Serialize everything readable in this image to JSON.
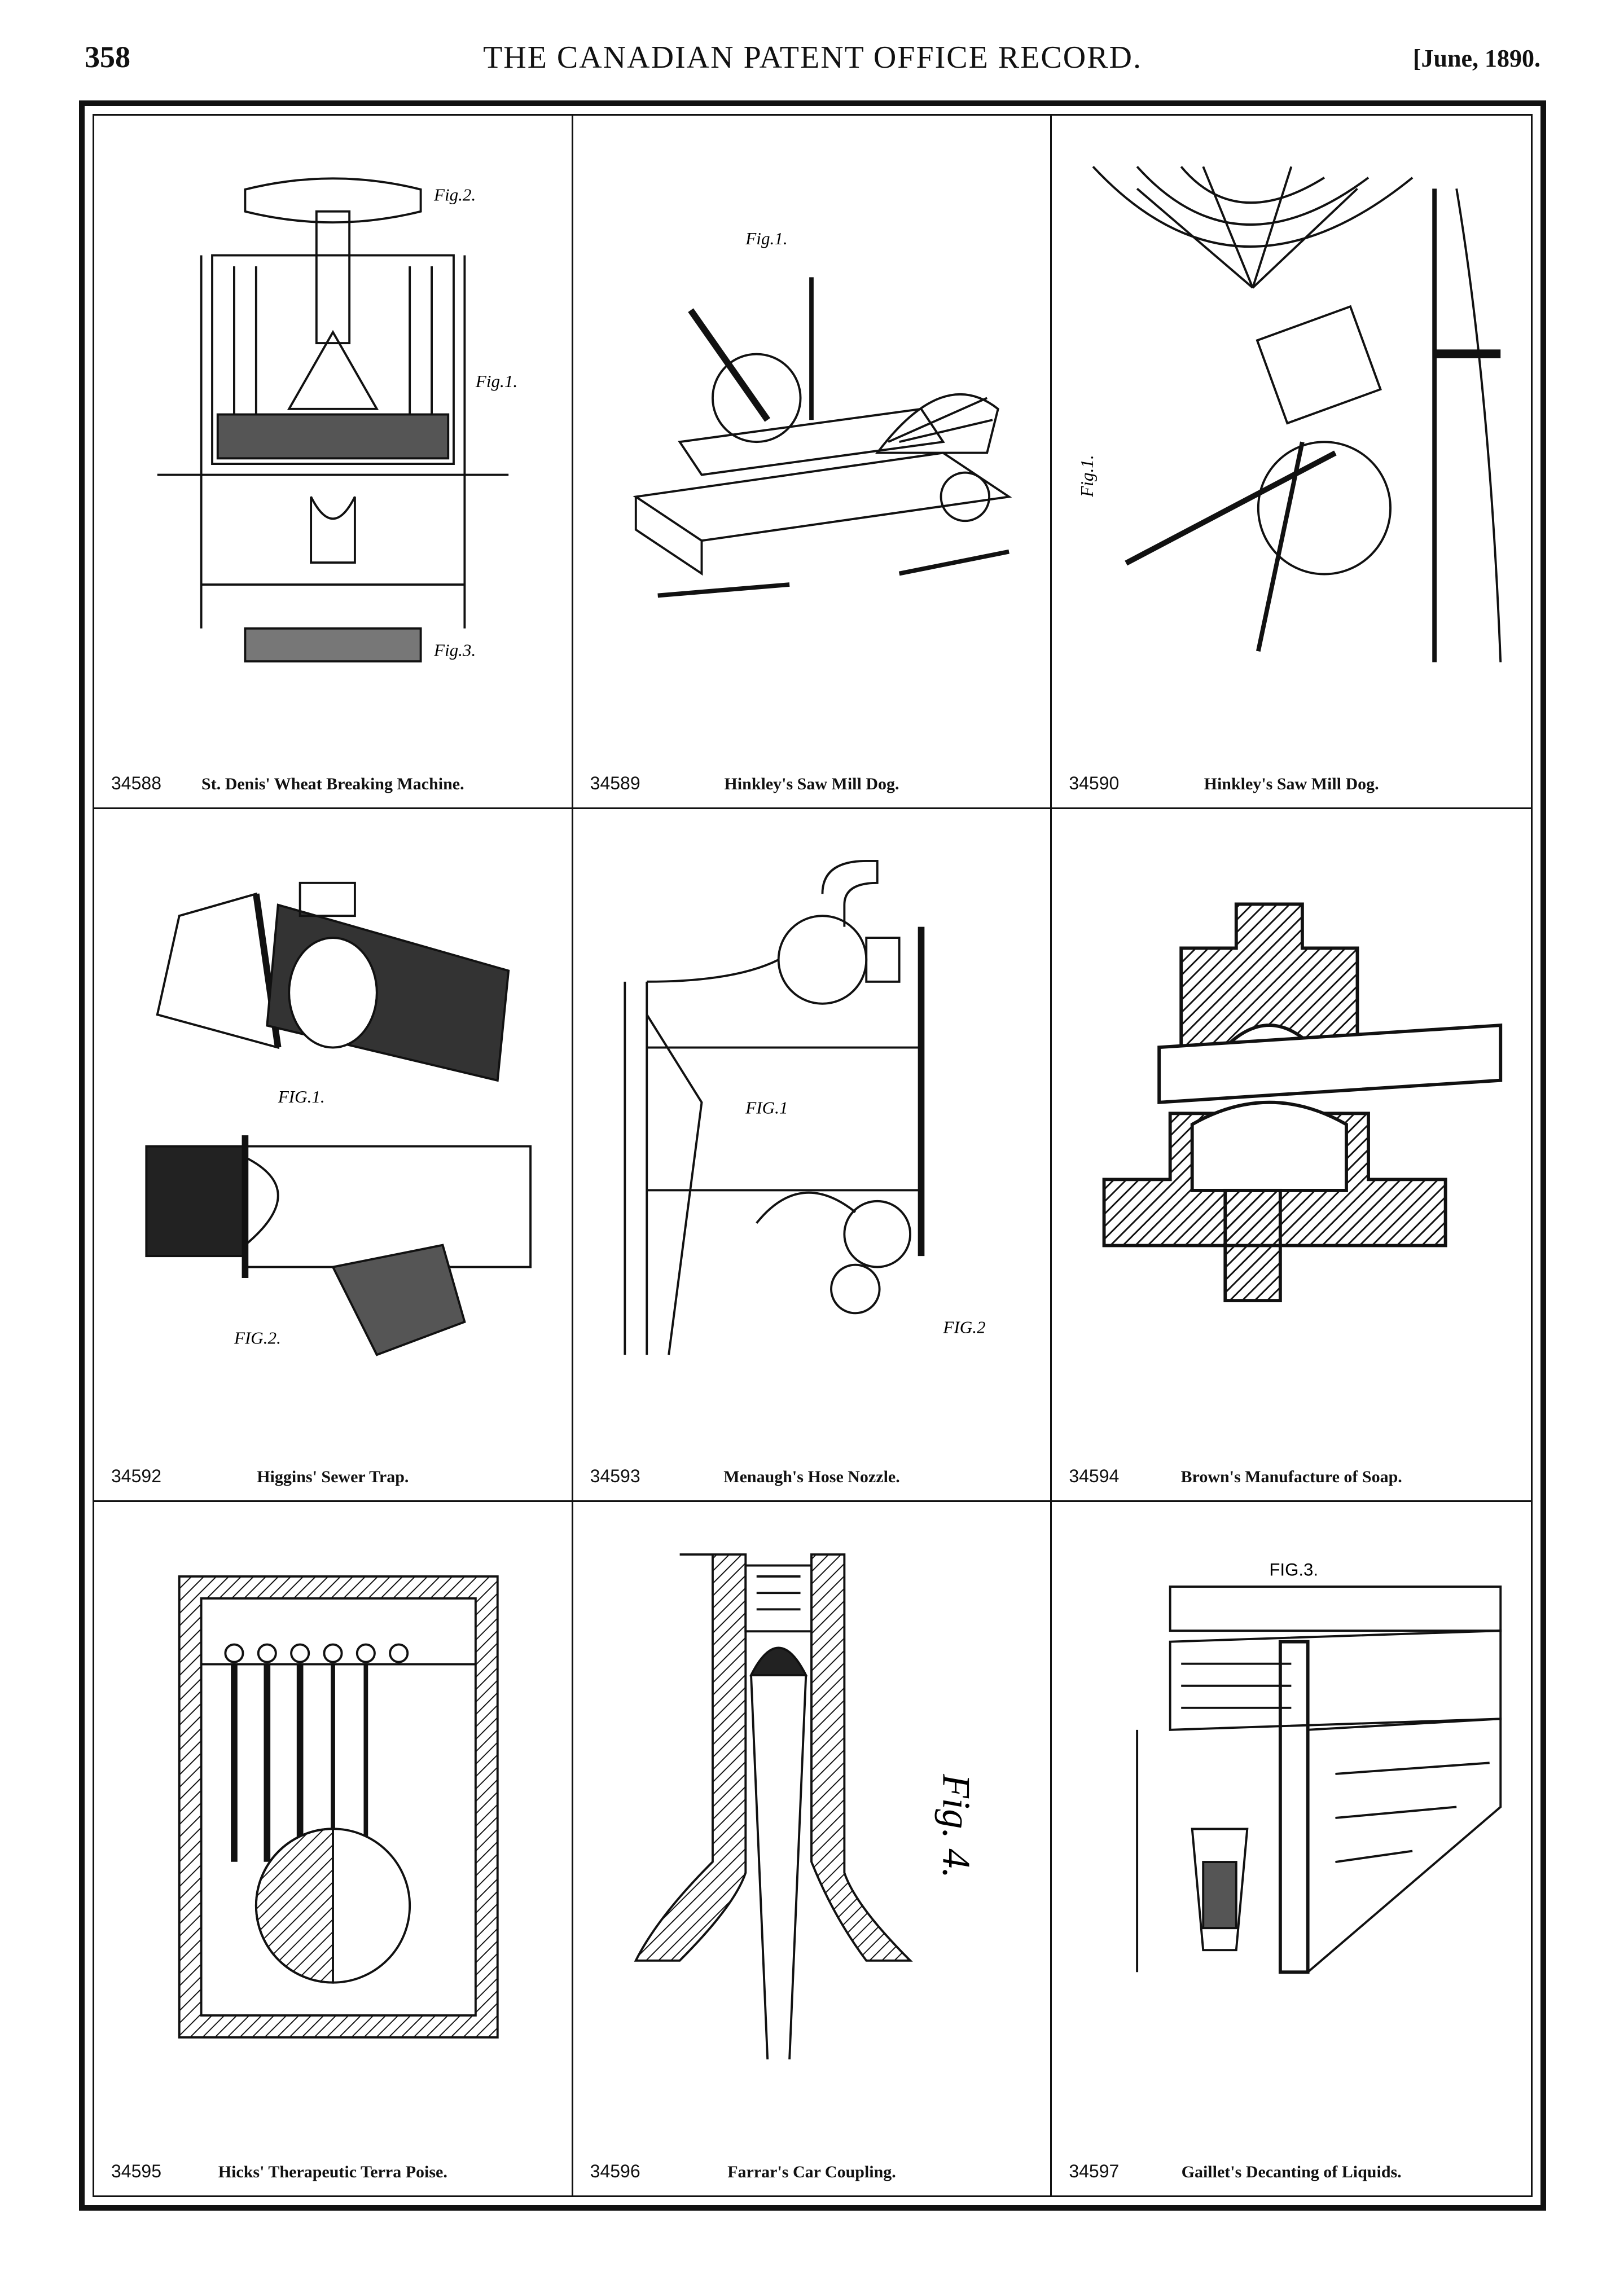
{
  "header": {
    "page_number": "358",
    "title": "THE CANADIAN PATENT OFFICE RECORD.",
    "date": "[June, 1890."
  },
  "patents": [
    {
      "number": "34588",
      "title": "St. Denis' Wheat Breaking Machine.",
      "fig_labels": [
        "Fig.2.",
        "Fig.1.",
        "Fig.3."
      ]
    },
    {
      "number": "34589",
      "title": "Hinkley's Saw Mill Dog.",
      "fig_labels": [
        "Fig.1."
      ]
    },
    {
      "number": "34590",
      "title": "Hinkley's Saw Mill Dog.",
      "fig_labels": [
        "Fig.1."
      ]
    },
    {
      "number": "34592",
      "title": "Higgins' Sewer Trap.",
      "fig_labels": [
        "FIG.1.",
        "FIG.2."
      ]
    },
    {
      "number": "34593",
      "title": "Menaugh's Hose Nozzle.",
      "fig_labels": [
        "FIG.1",
        "FIG.2"
      ]
    },
    {
      "number": "34594",
      "title": "Brown's Manufacture of Soap.",
      "fig_labels": []
    },
    {
      "number": "34595",
      "title": "Hicks' Therapeutic Terra Poise.",
      "fig_labels": []
    },
    {
      "number": "34596",
      "title": "Farrar's Car Coupling.",
      "fig_labels": [
        "Fig. 4."
      ]
    },
    {
      "number": "34597",
      "title": "Gaillet's Decanting of Liquids.",
      "fig_labels": [
        "FIG.3."
      ]
    }
  ]
}
